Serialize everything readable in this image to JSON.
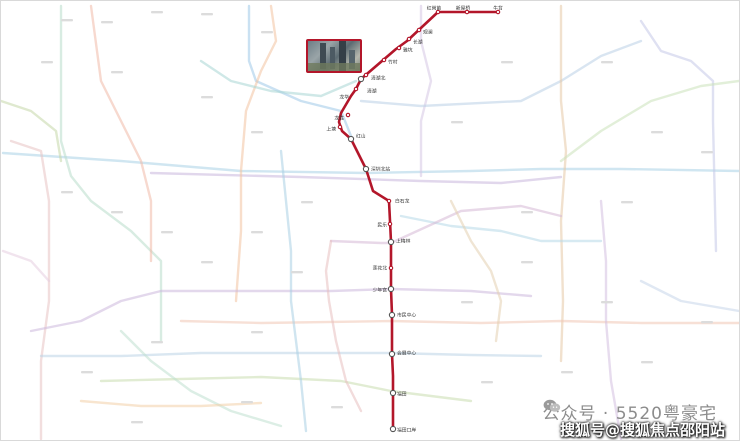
{
  "colors": {
    "highlight_line": "#b3162a",
    "background": "#ffffff"
  },
  "highlighted_line": {
    "stations": [
      {
        "name": "红岗苗"
      },
      {
        "name": "新屋桥"
      },
      {
        "name": "牛背"
      },
      {
        "name": "观澜"
      },
      {
        "name": "长湖"
      },
      {
        "name": "雅坑"
      },
      {
        "name": "竹村"
      },
      {
        "name": "清湖北"
      },
      {
        "name": "清湖"
      },
      {
        "name": "龙华"
      },
      {
        "name": "龙胜"
      },
      {
        "name": "上塘"
      },
      {
        "name": "红山"
      },
      {
        "name": "深圳北站"
      },
      {
        "name": "白石龙"
      },
      {
        "name": "民乐"
      },
      {
        "name": "上梅林"
      },
      {
        "name": "莲花北"
      },
      {
        "name": "少年宫"
      },
      {
        "name": "市民中心"
      },
      {
        "name": "会展中心"
      },
      {
        "name": "福田"
      },
      {
        "name": "福田口岸"
      }
    ]
  },
  "watermarks": {
    "wechat_account": "公众号 · 5520粤豪宅",
    "sohu_account": "搜狐号@搜狐焦点邵阳站"
  },
  "photo_thumbnail": {
    "icon": "city-photo-thumbnail"
  }
}
